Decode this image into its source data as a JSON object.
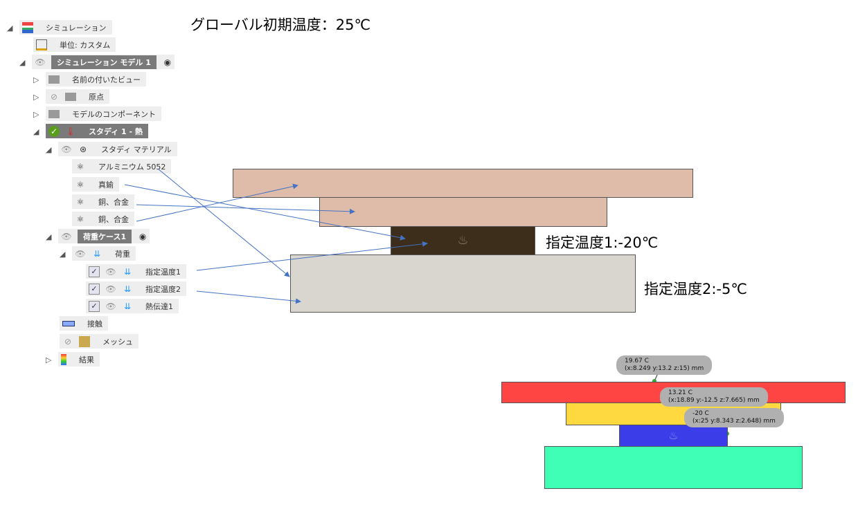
{
  "title": "グローバル初期温度：25℃",
  "tree": {
    "simulation": "シミュレーション",
    "units": "単位: カスタム",
    "model": "シミュレーション モデル 1",
    "named_views": "名前の付いたビュー",
    "origin": "原点",
    "components": "モデルのコンポーネント",
    "study": "スタディ 1 - 熱",
    "study_materials": "スタディ マテリアル",
    "materials": [
      "アルミニウム 5052",
      "真鍮",
      "銅、合金",
      "銅、合金"
    ],
    "load_case": "荷重ケース1",
    "loads": "荷重",
    "load_items": [
      "指定温度1",
      "指定温度2",
      "熱伝達1"
    ],
    "contacts": "接触",
    "mesh": "メッシュ",
    "results": "結果"
  },
  "annotations": {
    "temp1": "指定温度1:-20℃",
    "temp2": "指定温度2:-5℃"
  },
  "probes": [
    {
      "value": "19.67 C",
      "coords": "(x:8.249 y:13.2 z:15) mm"
    },
    {
      "value": "13.21 C",
      "coords": "(x:18.89 y:-12.5 z:7.665) mm"
    },
    {
      "value": "-20 C",
      "coords": "(x:25 y:8.343 z:2.648) mm"
    }
  ],
  "colors": {
    "copper": "#dfbcaa",
    "brass": "#3d2e1c",
    "aluminum": "#d8d6cf",
    "red": "#ff4444",
    "yellow": "#ffd93f",
    "blue": "#3a3de8",
    "green": "#3fffb7",
    "arrow": "#4472c4"
  }
}
